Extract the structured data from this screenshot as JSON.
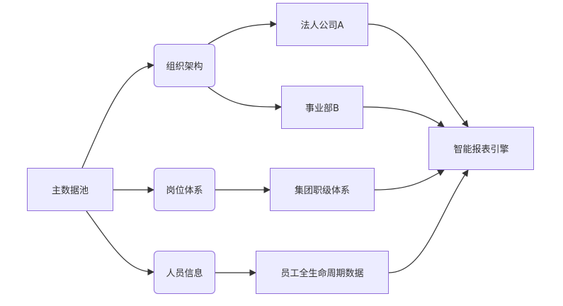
{
  "diagram": {
    "type": "flowchart",
    "direction": "LR",
    "colors": {
      "node_fill": "#ECECFF",
      "node_border": "#9370DB",
      "edge": "#333333",
      "text": "#333333"
    },
    "nodes": [
      {
        "id": "master",
        "label": "主数据池",
        "shape": "rect"
      },
      {
        "id": "org",
        "label": "组织架构",
        "shape": "round"
      },
      {
        "id": "post",
        "label": "岗位体系",
        "shape": "round"
      },
      {
        "id": "person",
        "label": "人员信息",
        "shape": "round"
      },
      {
        "id": "legalA",
        "label": "法人公司A",
        "shape": "rect"
      },
      {
        "id": "deptB",
        "label": "事业部B",
        "shape": "rect"
      },
      {
        "id": "grade",
        "label": "集团职级体系",
        "shape": "rect"
      },
      {
        "id": "lifecycle",
        "label": "员工全生命周期数据",
        "shape": "rect"
      },
      {
        "id": "engine",
        "label": "智能报表引擎",
        "shape": "rect"
      }
    ],
    "edges": [
      {
        "from": "master",
        "to": "org"
      },
      {
        "from": "master",
        "to": "post"
      },
      {
        "from": "master",
        "to": "person"
      },
      {
        "from": "org",
        "to": "legalA"
      },
      {
        "from": "org",
        "to": "deptB"
      },
      {
        "from": "post",
        "to": "grade"
      },
      {
        "from": "person",
        "to": "lifecycle"
      },
      {
        "from": "legalA",
        "to": "engine"
      },
      {
        "from": "deptB",
        "to": "engine"
      },
      {
        "from": "grade",
        "to": "engine"
      },
      {
        "from": "lifecycle",
        "to": "engine"
      }
    ]
  }
}
